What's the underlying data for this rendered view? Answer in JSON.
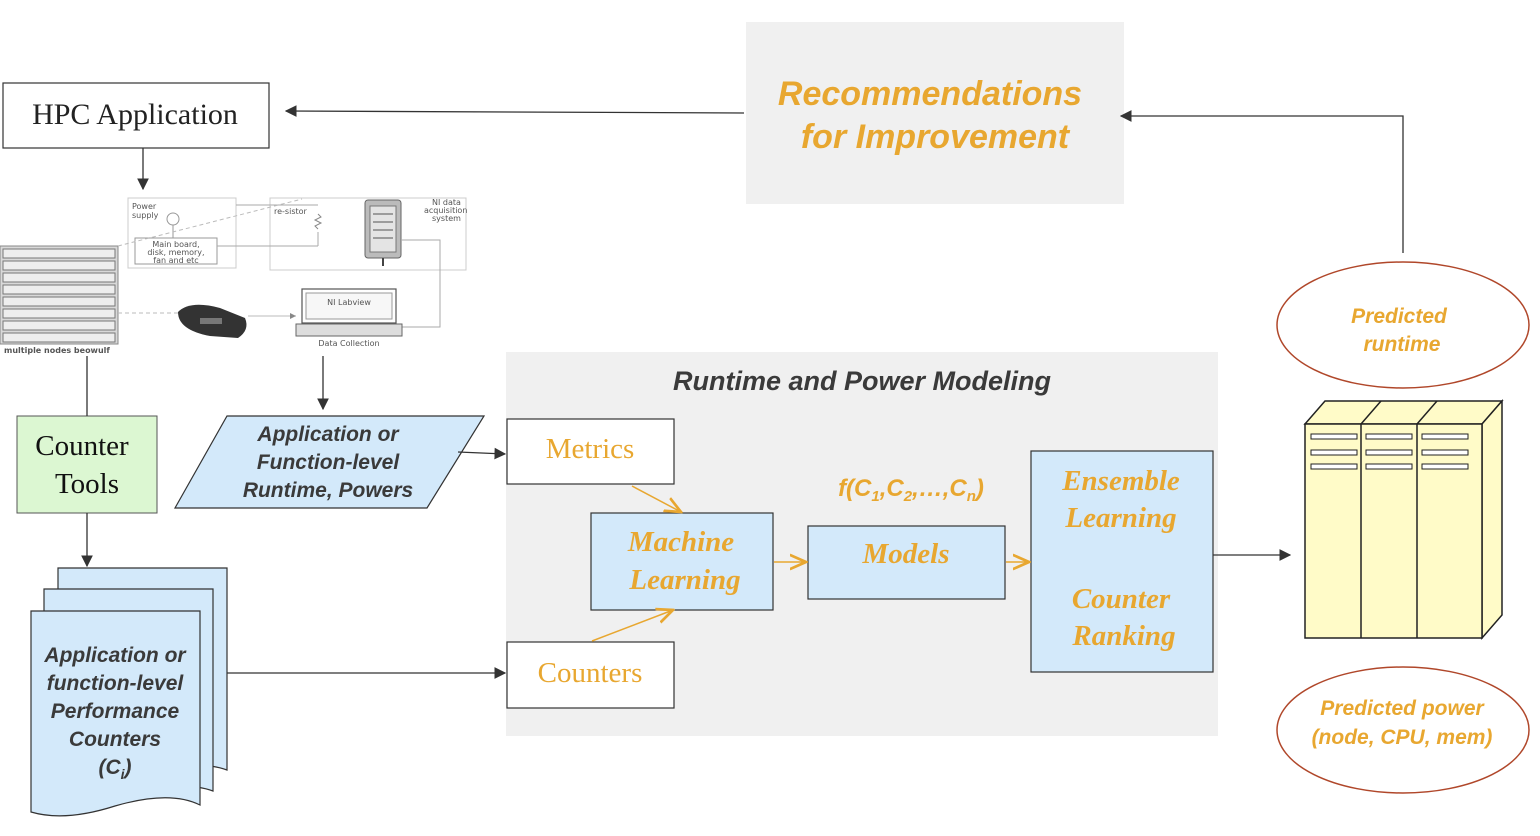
{
  "colors": {
    "gold": "#E8A730",
    "dark_text": "#3A3A3A",
    "box_blue": "#D3E9FA",
    "box_green": "#DCF7D2",
    "panel_gray": "#F0F0F0",
    "ellipse_stroke": "#B0472A",
    "server_fill": "#FFFBC8"
  },
  "hpc_application": {
    "label": "HPC Application"
  },
  "recommendations": {
    "line1": "Recommendations",
    "line2": "for Improvement"
  },
  "measurement_setup": {
    "power_supply": [
      "Power",
      "supply"
    ],
    "main_board": [
      "Main board,",
      "disk, memory,",
      "fan and etc"
    ],
    "resistor": "re-sistor",
    "ni_data": [
      "NI data",
      "acquisition",
      "system"
    ],
    "ni_labview": "NI Labview",
    "data_collection": "Data Collection",
    "nodes": "multiple nodes beowulf"
  },
  "counter_tools": {
    "line1": "Counter",
    "line2": "Tools"
  },
  "app_runtime": {
    "lines": [
      "Application or",
      "Function-level",
      "Runtime, Powers"
    ]
  },
  "perf_counters": {
    "lines": [
      "Application or",
      "function-level",
      "Performance",
      "Counters"
    ],
    "ci_base": "(C",
    "ci_sub": "i",
    "ci_end": ")"
  },
  "modeling_panel": {
    "title": "Runtime and Power Modeling"
  },
  "metrics": {
    "label": "Metrics"
  },
  "counters": {
    "label": "Counters"
  },
  "machine_learning": {
    "line1": "Machine",
    "line2": "Learning"
  },
  "formula": {
    "f": "f(C",
    "s1": "1",
    "c1": ",C",
    "s2": "2",
    "c2": ",…,C",
    "sn": "n",
    "end": ")"
  },
  "models": {
    "label": "Models"
  },
  "ensemble": {
    "line1": "Ensemble",
    "line2": "Learning",
    "line3": "Counter",
    "line4": "Ranking"
  },
  "predicted_runtime": {
    "line1": "Predicted",
    "line2": "runtime"
  },
  "predicted_power": {
    "line1": "Predicted power",
    "line2": "(node, CPU, mem)"
  }
}
